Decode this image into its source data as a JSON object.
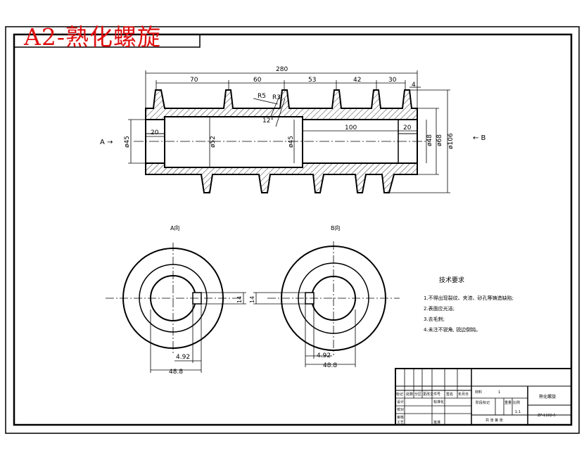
{
  "title": "A2-熟化螺旋",
  "colors": {
    "title": "#e01010",
    "line": "#000000"
  },
  "view_labels": {
    "left_arrow": "A →",
    "right_arrow": "← B",
    "section_a": "A向",
    "section_b": "B向"
  },
  "dimensions": {
    "overall_length": "280",
    "segments": [
      "70",
      "60",
      "53",
      "42",
      "30"
    ],
    "flight_width": "4",
    "radius_5": "R5",
    "radius_3": "R3",
    "angle": "12°",
    "bore_left_len": "20",
    "bore_right_len": "20",
    "shaft_len": "100",
    "dia_45_left": "ø45",
    "dia_52": "ø52",
    "dia_45_mid": "ø45",
    "dia_48": "ø48",
    "dia_68": "ø68",
    "dia_106": "ø106",
    "keyway_a": "4.92",
    "bore_a": "48.8",
    "key_height_a": "14",
    "keyway_b": "4.92",
    "bore_b": "48.8",
    "key_height_b": "14"
  },
  "tech_requirements": {
    "heading": "技术要求",
    "items": [
      "1.不得出现裂纹、夹渣、砂孔等铸造缺陷;",
      "2.表面应光洁;",
      "3.去毛刺;",
      "4.未注不锐角, 锐边倒钝。"
    ]
  },
  "title_block": {
    "drawing_title": "熟化螺旋",
    "drawing_number": "ZP-1102-5",
    "scale": "1:1",
    "count": "1",
    "material_label": "材料",
    "row_labels": [
      "标记",
      "处数",
      "分区",
      "更改文件号",
      "签名",
      "年月日"
    ],
    "left_labels": [
      "设计",
      "校对",
      "审核",
      "工艺"
    ],
    "std_label": "标准化",
    "approve_label": "批准",
    "stage_label": "阶段标记",
    "weight_label": "重量",
    "ratio_label": "比例",
    "sheet_text": "共 张 第 张"
  }
}
